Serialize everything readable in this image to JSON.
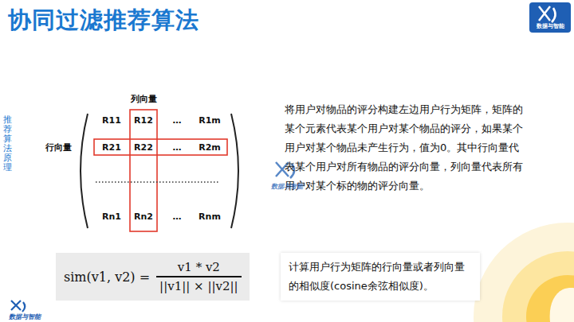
{
  "diagram": {
    "title": "协同过滤推荐算法",
    "nodes": [
      {
        "text": [
          "sim(v1, v2) =",
          "v1 * v2",
          "||v1|| × ||v2||"
        ]
      },
      {
        "text": [
          "计算用户行为矩阵的行向量或者列向量的相似度(cosine余弦相似度)。"
        ]
      }
    ],
    "labels": [
      "推荐算法原理",
      "数据与智能",
      "列向量",
      "行向量",
      "R11",
      "R12",
      "…",
      "R1m",
      "R21",
      "R22",
      "…",
      "R2m",
      "Rn1",
      "Rn2",
      "…",
      "Rnm",
      "将用户对物品的评分构建左边用户行为矩阵，矩阵的某个元素代表某个用户对某个物品的评分，如果某个用户对某个物品未产生行为，值为0。其中行向量代表某个用户对所有物品的评分向量，列向量代表所有用户对某个标的物的评分向量。",
      "数据与智能",
      "数据与智能"
    ]
  }
}
